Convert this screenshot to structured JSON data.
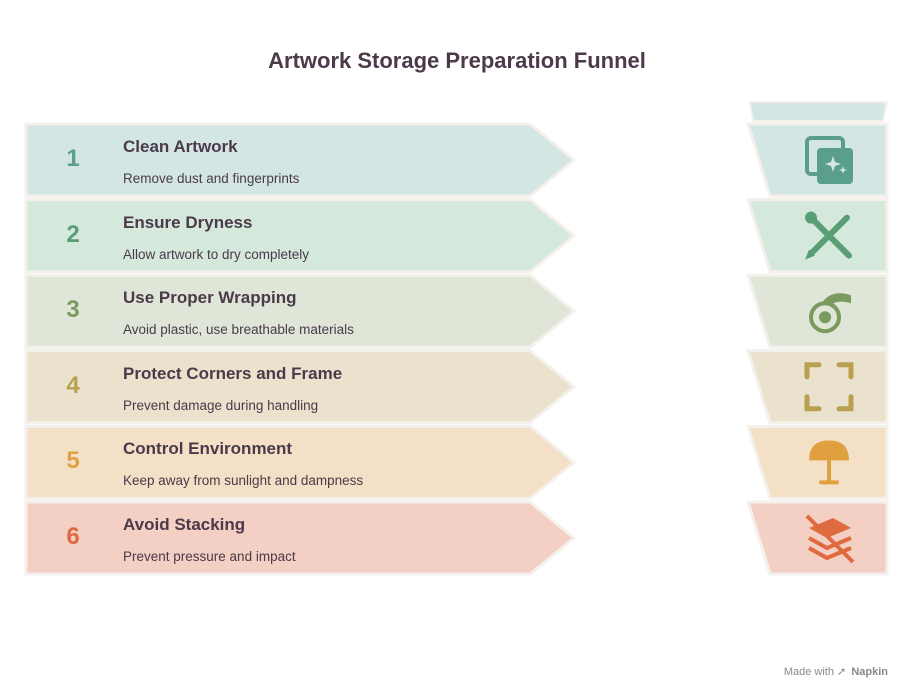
{
  "title": "Artwork Storage Preparation Funnel",
  "steps": [
    {
      "number": "1",
      "title": "Clean Artwork",
      "description": "Remove dust and fingerprints",
      "icon": "sparkle-image-icon",
      "fill": "#d3e6e3",
      "accent": "#5a9e8e"
    },
    {
      "number": "2",
      "title": "Ensure Dryness",
      "description": "Allow artwork to dry completely",
      "icon": "brush-pencil-icon",
      "fill": "#d5e8dc",
      "accent": "#5a9e76"
    },
    {
      "number": "3",
      "title": "Use Proper Wrapping",
      "description": "Avoid plastic, use breathable materials",
      "icon": "hand-wrap-icon",
      "fill": "#dfe5d7",
      "accent": "#7a9a60"
    },
    {
      "number": "4",
      "title": "Protect Corners and Frame",
      "description": "Prevent damage during handling",
      "icon": "frame-corners-icon",
      "fill": "#ebe2cd",
      "accent": "#b8a050"
    },
    {
      "number": "5",
      "title": "Control Environment",
      "description": "Keep away from sunlight and dampness",
      "icon": "umbrella-icon",
      "fill": "#f3e0c6",
      "accent": "#e0a040"
    },
    {
      "number": "6",
      "title": "Avoid Stacking",
      "description": "Prevent pressure and impact",
      "icon": "no-stack-icon",
      "fill": "#f4cfc3",
      "accent": "#e06a40"
    }
  ],
  "footer": {
    "prefix": "Made with",
    "brand": "Napkin"
  }
}
